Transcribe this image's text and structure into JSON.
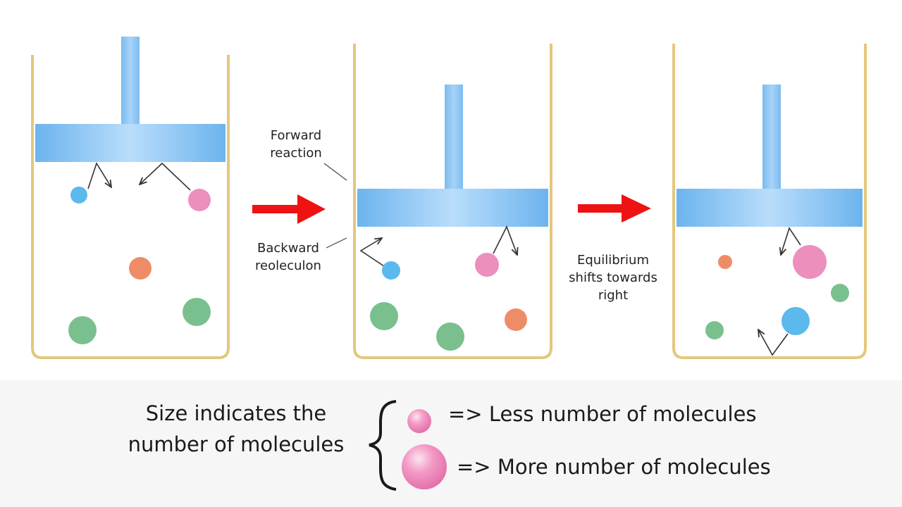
{
  "colors": {
    "beaker_outline": "#e3c77e",
    "piston": "#6db5ef",
    "piston_light": "#b9ddfb",
    "red_arrow": "#ee1212",
    "molecule_blue": "#5bb9ec",
    "molecule_pink": "#ec8fbd",
    "molecule_orange": "#ef8c68",
    "molecule_green": "#79c08e",
    "legend_bg": "#f5f5f5"
  },
  "labels": {
    "forward_line1": "Forward",
    "forward_line2": "reaction",
    "backward_line1": "Backward",
    "backward_line2": "reoleculon",
    "equilibrium_line1": "Equilibrium",
    "equilibrium_line2": "shifts towards",
    "equilibrium_line3": "right"
  },
  "legend": {
    "size_line1": "Size indicates the",
    "size_line2": "number of molecules",
    "less_label": "=>  Less number of molecules",
    "more_label": "=> More number of molecules"
  }
}
